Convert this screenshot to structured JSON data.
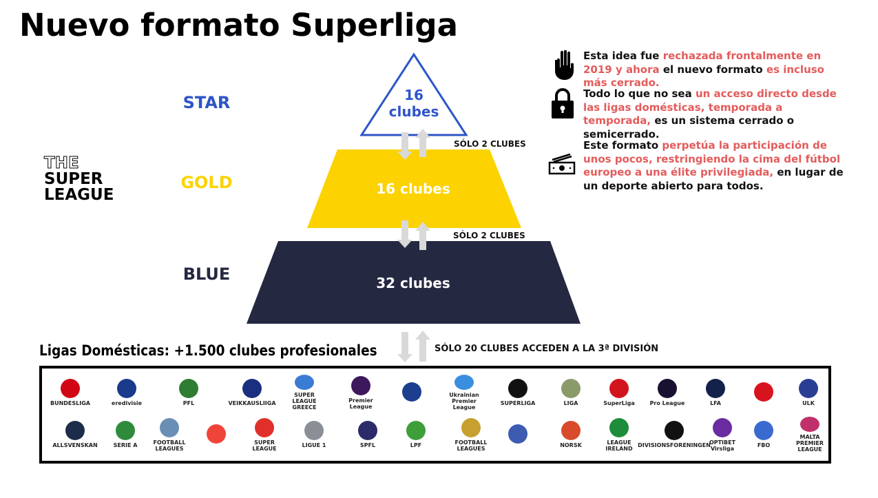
{
  "title": "Nuevo formato Superliga",
  "logo_text": {
    "line1": "THE",
    "line2": "SUPER",
    "line3": "LEAGUE"
  },
  "tiers": [
    {
      "name": "STAR",
      "clubs": "16 clubes",
      "color": "#2d55c8"
    },
    {
      "name": "GOLD",
      "clubs": "16 clubes",
      "color": "#fcd200"
    },
    {
      "name": "BLUE",
      "clubs": "32 clubes",
      "color": "#252841"
    }
  ],
  "star_clubs": {
    "number": "16",
    "word": "clubes"
  },
  "transfers": [
    "SÓLO 2 CLUBES",
    "SÓLO 2 CLUBES",
    "SÓLO 20 CLUBES ACCEDEN A LA 3ª DIVISIÓN"
  ],
  "domestic_heading": "Ligas Domésticas: +1.500 clubes profesionales",
  "points": [
    {
      "icon": "hand-stop-icon",
      "parts": [
        {
          "t": "Esta idea fue ",
          "red": false
        },
        {
          "t": "rechazada frontalmente en 2019 y ahora",
          "red": true
        },
        {
          "t": " el nuevo formato ",
          "red": false
        },
        {
          "t": "es incluso más cerrado.",
          "red": true
        }
      ]
    },
    {
      "icon": "lock-icon",
      "parts": [
        {
          "t": "Todo lo que no sea ",
          "red": false
        },
        {
          "t": "un acceso directo desde las ligas domésticas, temporada a temporada,",
          "red": true
        },
        {
          "t": " es un sistema cerrado o semicerrado.",
          "red": false
        }
      ]
    },
    {
      "icon": "money-icon",
      "parts": [
        {
          "t": "Este formato ",
          "red": false
        },
        {
          "t": "perpetúa la participación de unos pocos, restringiendo la cima del fútbol europeo a una élite privilegiada,",
          "red": true
        },
        {
          "t": " en lugar de un deporte abierto para todos.",
          "red": false
        }
      ]
    }
  ],
  "leagues_row1": [
    {
      "label": "BUNDESLIGA",
      "color": "#d20515"
    },
    {
      "label": "eredivisie",
      "color": "#1a3a8c"
    },
    {
      "label": "PFL",
      "color": "#2e7d32"
    },
    {
      "label": "VEIKKAUSLIIGA",
      "color": "#1b2f80"
    },
    {
      "label": "SUPER LEAGUE GREECE",
      "color": "#3a7bd5"
    },
    {
      "label": "Premier League",
      "color": "#3d185c"
    },
    {
      "label": "",
      "color": "#1c3e8f"
    },
    {
      "label": "Ukrainian Premier League",
      "color": "#3a8ee0"
    },
    {
      "label": "SUPERLIGA",
      "color": "#111111"
    },
    {
      "label": "LIGA",
      "color": "#8a9a6a"
    },
    {
      "label": "SuperLiga",
      "color": "#d2141e"
    },
    {
      "label": "Pro League",
      "color": "#1a1030"
    },
    {
      "label": "LFA",
      "color": "#14214a"
    },
    {
      "label": "",
      "color": "#d8141e"
    },
    {
      "label": "ULK",
      "color": "#2a3f94"
    }
  ],
  "leagues_row2": [
    {
      "label": "ALLSVENSKAN",
      "color": "#1d2c4a"
    },
    {
      "label": "SERIE A",
      "color": "#2e8b3c"
    },
    {
      "label": "FOOTBALL LEAGUES",
      "color": "#6a8fb5"
    },
    {
      "label": "",
      "color": "#f0443a"
    },
    {
      "label": "SUPER LEAGUE",
      "color": "#e0302a"
    },
    {
      "label": "LIGUE 1",
      "color": "#8a8f96"
    },
    {
      "label": "SPFL",
      "color": "#2b2b6a"
    },
    {
      "label": "LPF",
      "color": "#3e9e3a"
    },
    {
      "label": "FOOTBALL LEAGUES",
      "color": "#c8a030"
    },
    {
      "label": "",
      "color": "#3d5bb0"
    },
    {
      "label": "NORSK",
      "color": "#d84a2a"
    },
    {
      "label": "LEAGUE IRELAND",
      "color": "#1e8c3a"
    },
    {
      "label": "DIVISIONSFORENINGEN",
      "color": "#111111"
    },
    {
      "label": "OPTIBET Virsliga",
      "color": "#6a2ca0"
    },
    {
      "label": "FBO",
      "color": "#3a6ad0"
    },
    {
      "label": "MALTA PREMIER LEAGUE",
      "color": "#c0306a"
    }
  ]
}
